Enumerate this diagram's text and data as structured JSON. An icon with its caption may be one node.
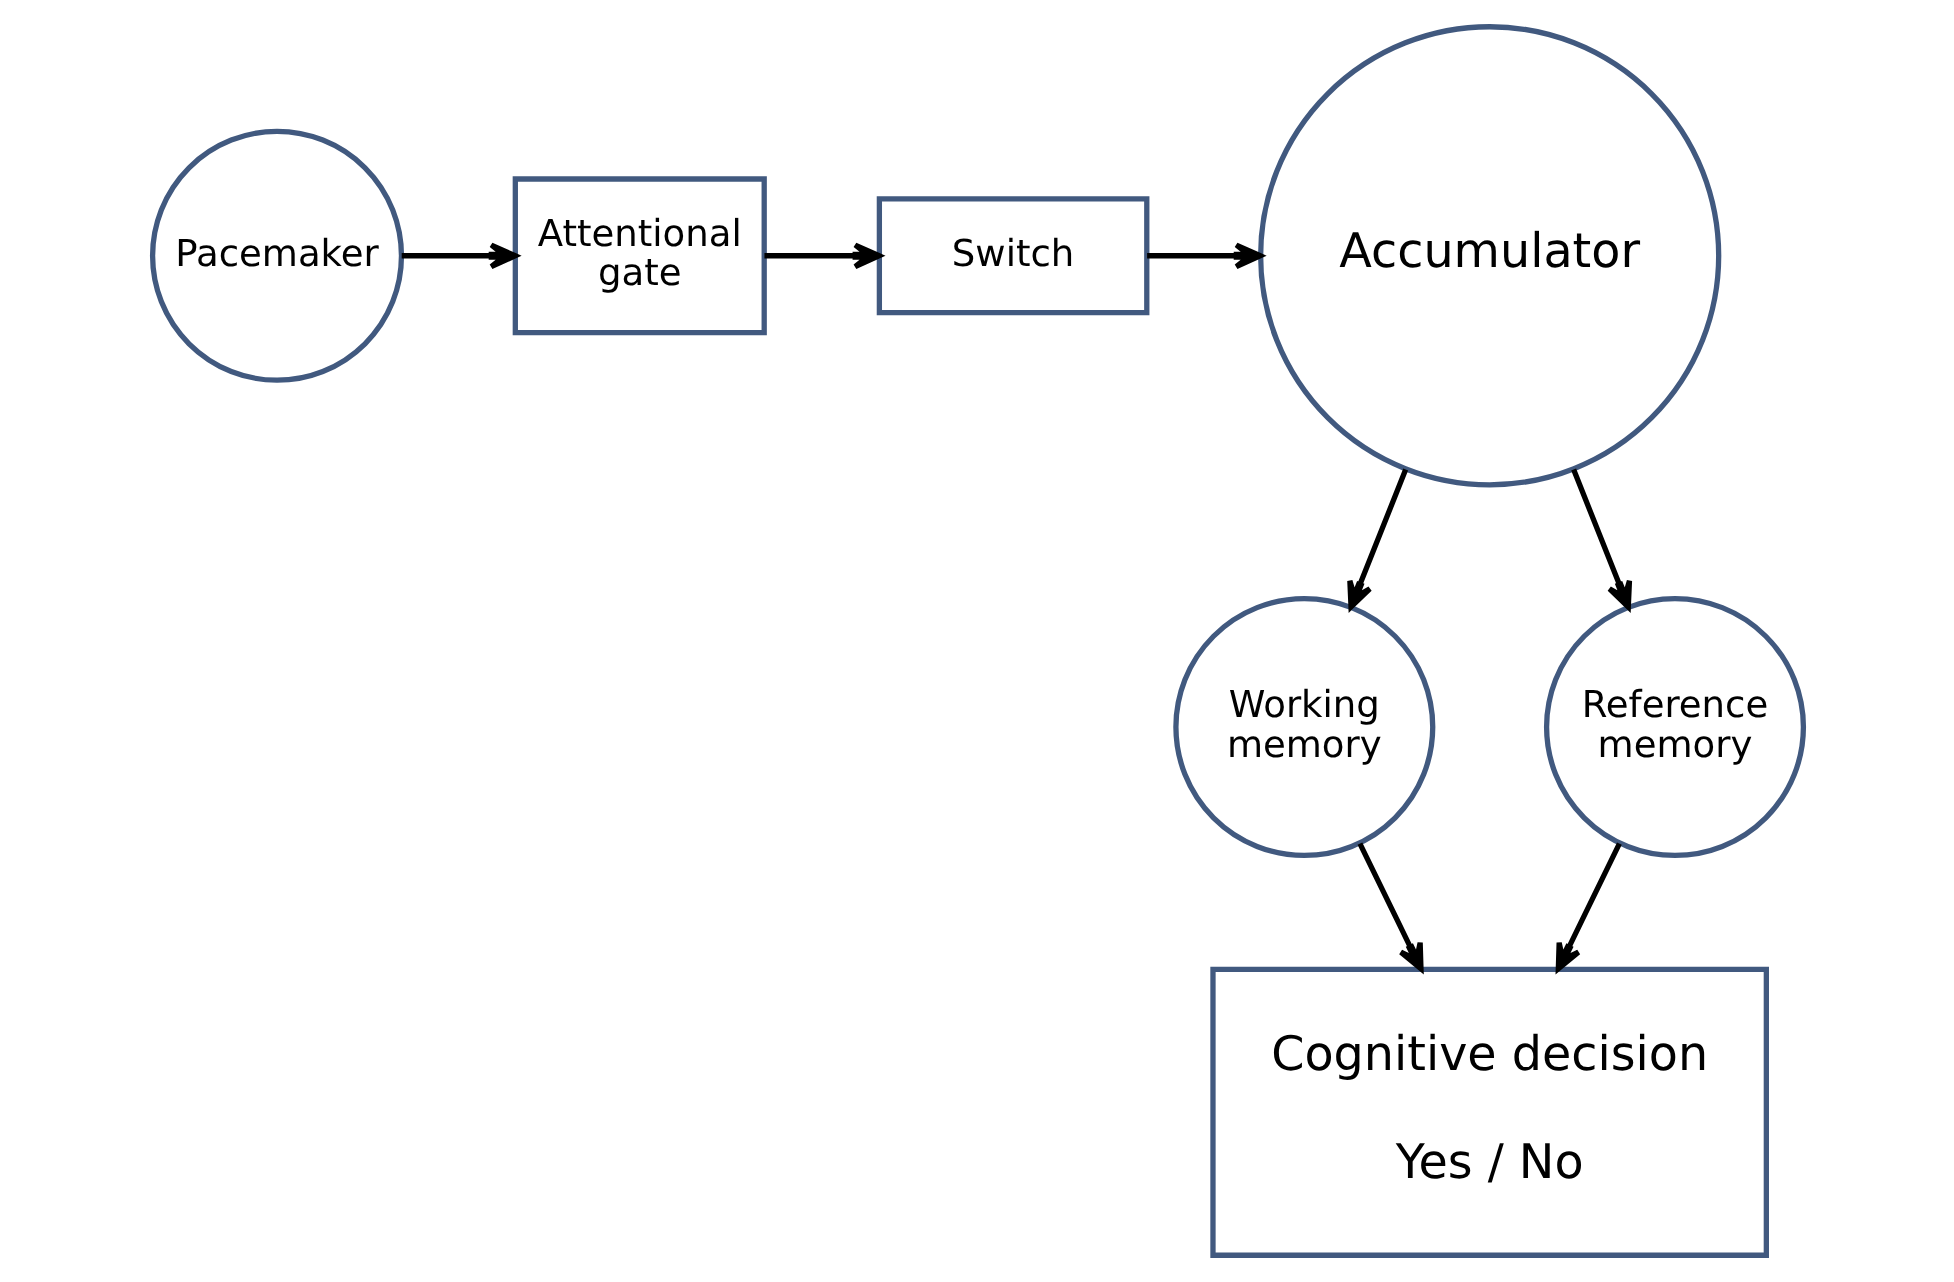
{
  "diagram": {
    "nodes": [
      {
        "text": [
          "Pacemaker"
        ]
      },
      {
        "text": [
          "Attentional gate"
        ]
      },
      {
        "text": [
          "Switch"
        ]
      },
      {
        "text": [
          "Accumulator"
        ]
      },
      {
        "text": [
          "Working memory"
        ]
      },
      {
        "text": [
          "Reference memory"
        ]
      },
      {
        "text": [
          "Cognitive decision",
          "Yes / No"
        ]
      }
    ],
    "edges": [
      {
        "from": 0,
        "to": 1,
        "arrow": "to"
      },
      {
        "from": 1,
        "to": 2,
        "arrow": "to"
      },
      {
        "from": 2,
        "to": 3,
        "arrow": "to"
      },
      {
        "from": 3,
        "to": 4,
        "arrow": "to"
      },
      {
        "from": 3,
        "to": 5,
        "arrow": "to"
      },
      {
        "from": 4,
        "to": 6,
        "arrow": "to"
      },
      {
        "from": 5,
        "to": 6,
        "arrow": "to"
      }
    ]
  }
}
